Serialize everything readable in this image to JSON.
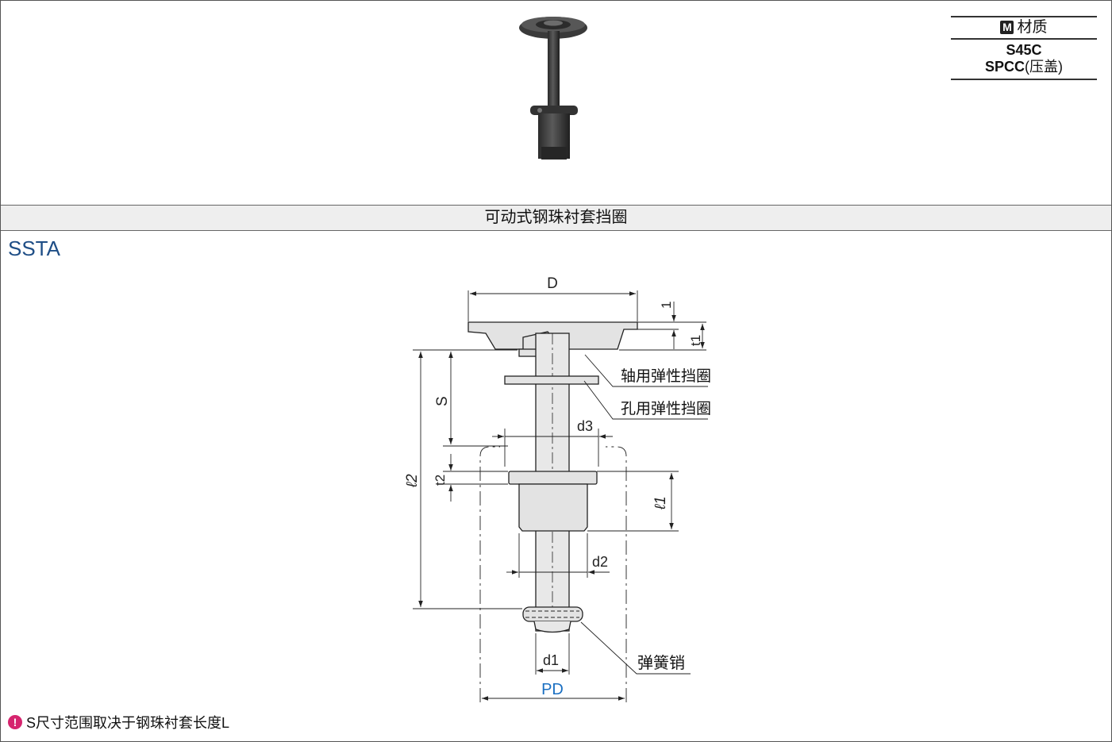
{
  "material": {
    "badge": "M",
    "header": "材质",
    "line1": "S45C",
    "line2_bold": "SPCC",
    "line2_rest": "(压盖)"
  },
  "section": {
    "title": "可动式钢珠衬套挡圈"
  },
  "model": {
    "code": "SSTA"
  },
  "drawing": {
    "dim_D": "D",
    "dim_1": "1",
    "dim_t1": "t1",
    "dim_S": "S",
    "dim_l2": "ℓ2",
    "dim_t2": "t2",
    "dim_d3": "d3",
    "dim_l1": "ℓ1",
    "dim_d2": "d2",
    "dim_d1": "d1",
    "dim_PD": "PD",
    "label_shaft_ring": "轴用弹性挡圈",
    "label_hole_ring": "孔用弹性挡圈",
    "label_spring_pin": "弹簧销",
    "colors": {
      "pd_blue": "#1a6fc2",
      "part_fill": "#e3e3e3",
      "line": "#222222"
    }
  },
  "note": {
    "icon": "alert-icon",
    "text": "S尺寸范围取决于钢珠衬套长度L"
  }
}
